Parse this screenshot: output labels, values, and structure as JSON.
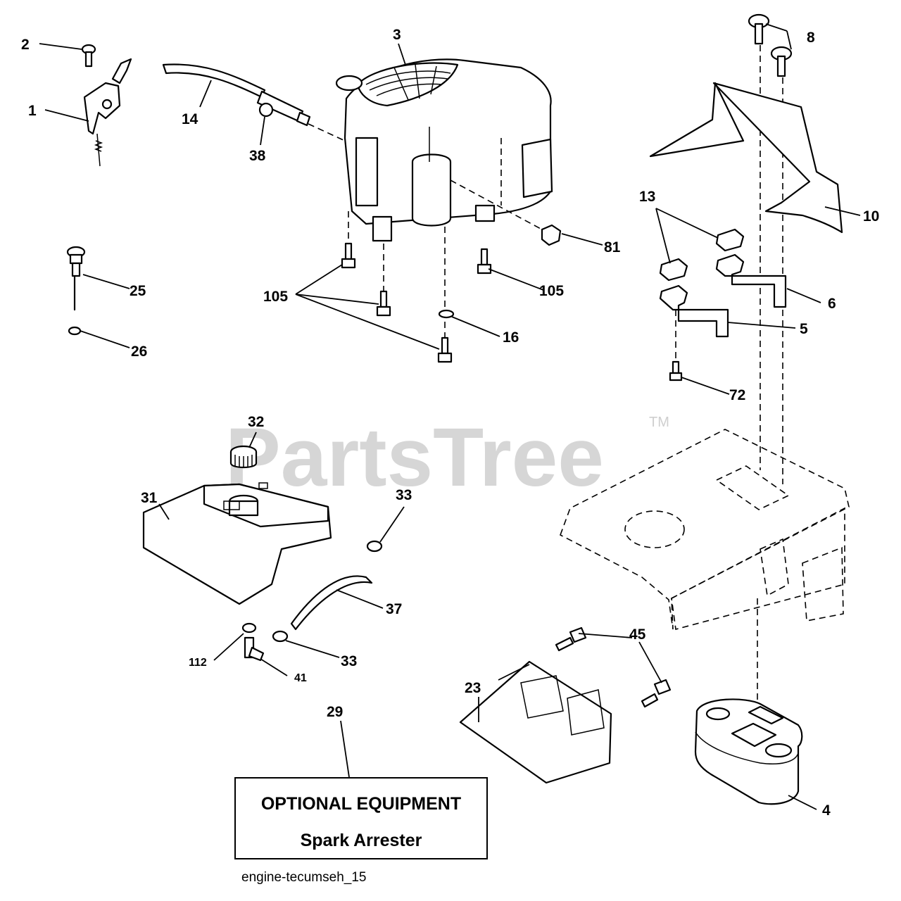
{
  "watermark": {
    "brand": "PartsTree",
    "trademark": "TM"
  },
  "callouts": {
    "c1": "1",
    "c2": "2",
    "c3": "3",
    "c4": "4",
    "c5": "5",
    "c6": "6",
    "c8": "8",
    "c10": "10",
    "c13": "13",
    "c14": "14",
    "c16": "16",
    "c23": "23",
    "c25": "25",
    "c26": "26",
    "c29": "29",
    "c31": "31",
    "c32": "32",
    "c33a": "33",
    "c33b": "33",
    "c37": "37",
    "c38": "38",
    "c41": "41",
    "c45": "45",
    "c72": "72",
    "c81": "81",
    "c105a": "105",
    "c105b": "105",
    "c112": "112"
  },
  "optional_box": {
    "title": "OPTIONAL EQUIPMENT",
    "subtitle": "Spark Arrester"
  },
  "caption": "engine-tecumseh_15",
  "icons": {
    "engine": "engine-icon",
    "fuel_tank": "fuel-tank-icon",
    "muffler": "muffler-icon",
    "frame": "chassis-frame-icon"
  }
}
